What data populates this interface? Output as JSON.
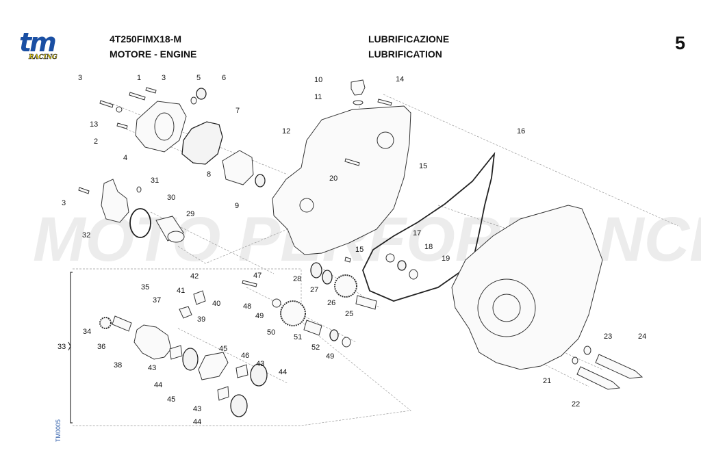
{
  "header": {
    "logo": {
      "brand": "tm",
      "tagline": "RACING",
      "colors": {
        "brand": "#1a4fa3",
        "tagline": "#f1d800"
      }
    },
    "model_code": "4T250FIMX18-M",
    "group": "MOTORE - ENGINE",
    "title_it": "LUBRIFICAZIONE",
    "title_en": "LUBRIFICATION",
    "page_number": "5"
  },
  "watermark": "MOTO PERFORMANCE",
  "reference_code": "TM0005",
  "callouts": [
    "1",
    "2",
    "3",
    "3",
    "3",
    "4",
    "5",
    "6",
    "7",
    "8",
    "9",
    "10",
    "11",
    "12",
    "13",
    "14",
    "15",
    "15",
    "16",
    "17",
    "18",
    "19",
    "20",
    "21",
    "22",
    "23",
    "24",
    "25",
    "26",
    "27",
    "28",
    "29",
    "30",
    "31",
    "32",
    "33",
    "34",
    "35",
    "36",
    "37",
    "38",
    "39",
    "40",
    "41",
    "42",
    "43",
    "43",
    "43",
    "44",
    "44",
    "44",
    "45",
    "45",
    "46",
    "47",
    "48",
    "49",
    "49",
    "50",
    "51",
    "52"
  ]
}
